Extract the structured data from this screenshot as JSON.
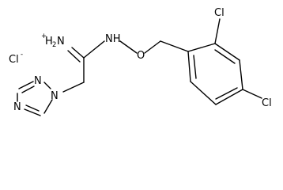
{
  "atoms": {
    "imine_nitrogen": {
      "symbol": "H",
      "subscript": "2",
      "suffix": "N",
      "charge": "+"
    },
    "hydroxylamine_nitrogen": "NH",
    "ether_oxygen": "O",
    "chlorine_ortho": "Cl",
    "chlorine_para": "Cl",
    "chloride_counterion": {
      "symbol": "Cl",
      "charge": "-"
    },
    "triazole_n1": "N",
    "triazole_n2": "N",
    "triazole_n4": "N"
  }
}
